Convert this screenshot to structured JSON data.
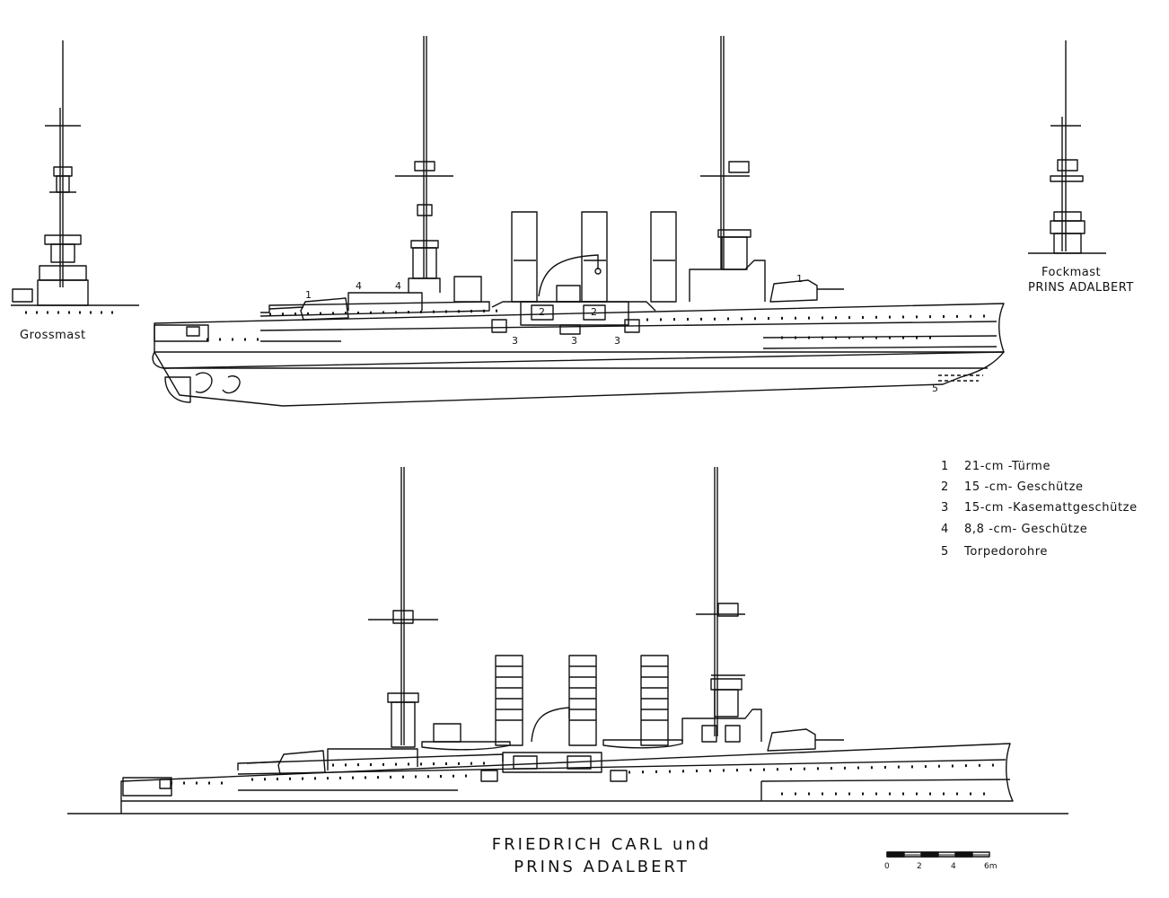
{
  "labels": {
    "grossmast": "Grossmast",
    "fockmast_line1": "Fockmast",
    "fockmast_line2": "PRINS ADALBERT"
  },
  "callouts": {
    "turret_aft": "1",
    "turret_fwd": "1",
    "gun_a": "4",
    "gun_b": "4",
    "gun15_a": "2",
    "gun15_b": "2",
    "cas_a": "3",
    "cas_b": "3",
    "cas_c": "3",
    "torpedo": "5"
  },
  "legend": [
    {
      "num": "1",
      "text": "21-cm -Türme"
    },
    {
      "num": "2",
      "text": "15 -cm- Geschütze"
    },
    {
      "num": "3",
      "text": "15-cm -Kasemattgeschütze"
    },
    {
      "num": "4",
      "text": "8,8 -cm- Geschütze"
    },
    {
      "num": "5",
      "text": "Torpedorohre"
    }
  ],
  "title": {
    "line1": "FRIEDRICH  CARL und",
    "line2": "PRINS ADALBERT"
  },
  "scale": {
    "ticks": [
      "0",
      "2",
      "4",
      "6m"
    ]
  }
}
